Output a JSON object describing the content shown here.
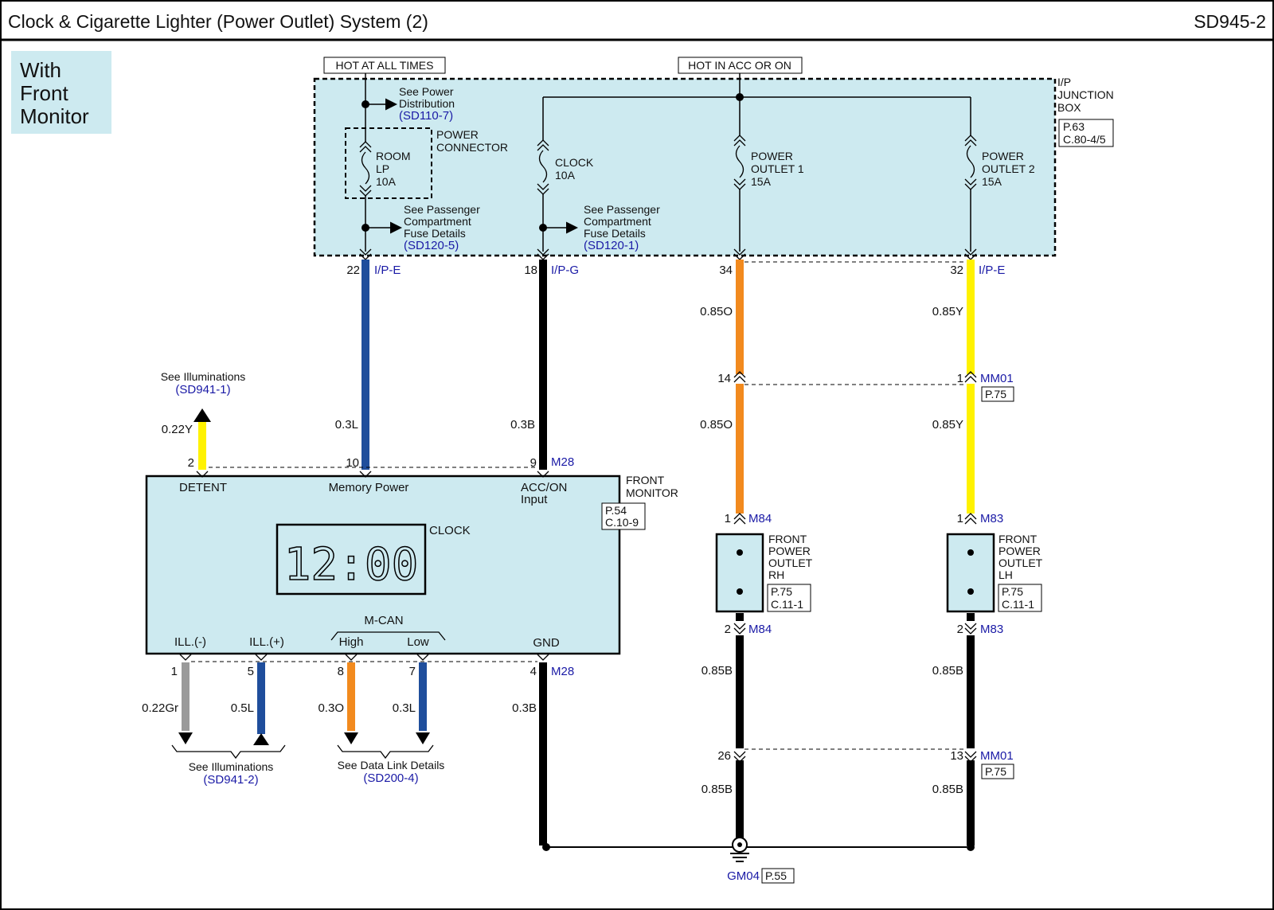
{
  "header": {
    "title": "Clock & Cigarette Lighter (Power Outlet) System (2)",
    "code": "SD945-2"
  },
  "variant_badge": [
    "With",
    "Front",
    "Monitor"
  ],
  "colors": {
    "panel": "#cdeaf0",
    "wire_blue": "#1f4e9c",
    "wire_black": "#000000",
    "wire_orange": "#f28a1e",
    "wire_yellow": "#fff200",
    "wire_gray": "#9a9a9a",
    "ref_text": "#1a1aa6"
  },
  "power_labels": {
    "hot_at_all_times": "HOT AT ALL TIMES",
    "hot_in_acc": "HOT IN ACC OR ON"
  },
  "junction_box": {
    "title": [
      "I/P",
      "JUNCTION",
      "BOX"
    ],
    "page": "P.63",
    "conn": "C.80-4/5",
    "power_conn": [
      "POWER",
      "CONNECTOR"
    ],
    "see_power": [
      "See Power",
      "Distribution"
    ],
    "see_power_ref": "(SD110-7)",
    "see_pass_1": [
      "See Passenger",
      "Compartment",
      "Fuse Details"
    ],
    "see_pass_1_ref": "(SD120-5)",
    "see_pass_2": [
      "See Passenger",
      "Compartment",
      "Fuse Details"
    ],
    "see_pass_2_ref": "(SD120-1)"
  },
  "fuses": {
    "room": [
      "ROOM",
      "LP",
      "10A"
    ],
    "clock": [
      "CLOCK",
      "10A"
    ],
    "po1": [
      "POWER",
      "OUTLET 1",
      "15A"
    ],
    "po2": [
      "POWER",
      "OUTLET 2",
      "15A"
    ]
  },
  "pins": {
    "jb_22": "22",
    "jb_ipe_1": "I/P-E",
    "jb_18": "18",
    "jb_ipg": "I/P-G",
    "jb_34": "34",
    "jb_32": "32",
    "jb_ipe_2": "I/P-E",
    "mm01_14": "14",
    "mm01_1": "1",
    "mm01": "MM01",
    "mm01_page": "P.75",
    "fm_2": "2",
    "fm_10": "10",
    "fm_9": "9",
    "m28_top": "M28",
    "m84_in": "1",
    "m84_in_conn": "M84",
    "m83_in": "1",
    "m83_in_conn": "M83",
    "m84_out": "2",
    "m84_out_conn": "M84",
    "m83_out": "2",
    "m83_out_conn": "M83",
    "b_1": "1",
    "b_5": "5",
    "b_8": "8",
    "b_7": "7",
    "b_4": "4",
    "m28_bot": "M28",
    "mm01_26": "26",
    "mm01_13": "13",
    "mm01_b": "MM01",
    "mm01_b_page": "P.75"
  },
  "wires": {
    "w_022y": "0.22Y",
    "w_03l_a": "0.3L",
    "w_03b_a": "0.3B",
    "w_085o_a": "0.85O",
    "w_085o_b": "0.85O",
    "w_085y_a": "0.85Y",
    "w_085y_b": "0.85Y",
    "w_022gr": "0.22Gr",
    "w_05l": "0.5L",
    "w_03o": "0.3O",
    "w_03l_b": "0.3L",
    "w_03b_b": "0.3B",
    "w_085b_1": "0.85B",
    "w_085b_2": "0.85B",
    "w_085b_3": "0.85B",
    "w_085b_4": "0.85B"
  },
  "monitor": {
    "name": [
      "FRONT",
      "MONITOR"
    ],
    "page": "P.54",
    "conn": "C.10-9",
    "detent": "DETENT",
    "memory_power": "Memory Power",
    "acc_on": [
      "ACC/ON",
      "Input"
    ],
    "clock_label": "CLOCK",
    "clock_display": "12:00",
    "ill_neg": "ILL.(-)",
    "ill_pos": "ILL.(+)",
    "mcan": "M-CAN",
    "high": "High",
    "low": "Low",
    "gnd": "GND"
  },
  "see_illum_top": {
    "text": "See Illuminations",
    "ref": "(SD941-1)"
  },
  "see_illum_bot": {
    "text": "See Illuminations",
    "ref": "(SD941-2)"
  },
  "see_datalink": {
    "text": "See Data Link Details",
    "ref": "(SD200-4)"
  },
  "outlet_rh": {
    "name": [
      "FRONT",
      "POWER",
      "OUTLET",
      "RH"
    ],
    "page": "P.75",
    "conn": "C.11-1"
  },
  "outlet_lh": {
    "name": [
      "FRONT",
      "POWER",
      "OUTLET",
      "LH"
    ],
    "page": "P.75",
    "conn": "C.11-1"
  },
  "ground": {
    "name": "GM04",
    "page": "P.55"
  }
}
